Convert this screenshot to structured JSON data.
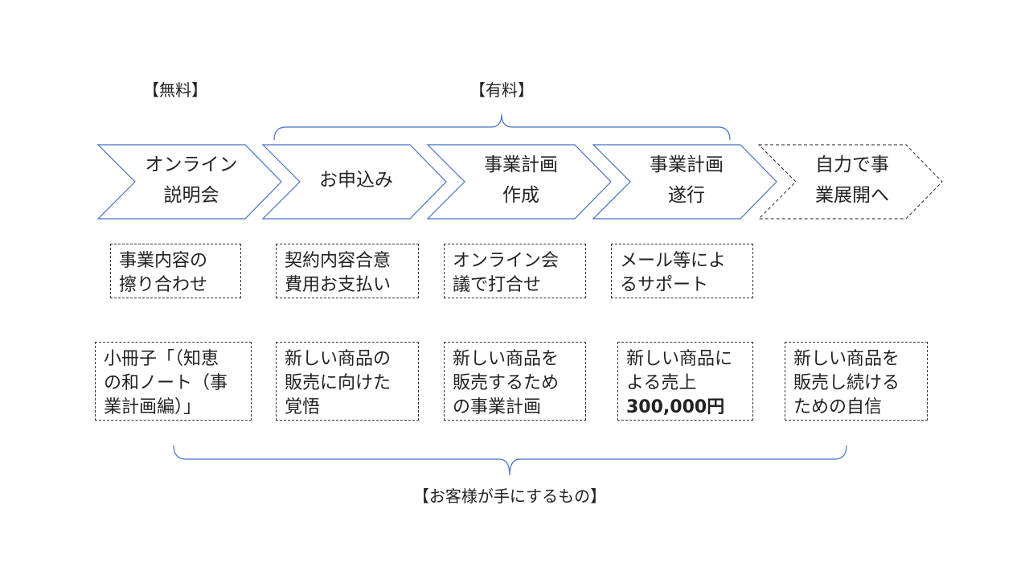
{
  "labels": {
    "free": "【無料】",
    "paid": "【有料】",
    "customer": "【お客様が手にするもの】"
  },
  "steps": [
    {
      "line1": "オンライン",
      "line2": "説明会"
    },
    {
      "line1": "お申込み",
      "line2": ""
    },
    {
      "line1": "事業計画",
      "line2": "作成"
    },
    {
      "line1": "事業計画",
      "line2": "遂行"
    },
    {
      "line1": "自力で事",
      "line2": "業展開へ"
    }
  ],
  "activities": [
    {
      "line1": "事業内容の",
      "line2": "擦り合わせ"
    },
    {
      "line1": "契約内容合意",
      "line2": "費用お支払い"
    },
    {
      "line1": "オンライン会",
      "line2": "議で打合せ"
    },
    {
      "line1": "メール等によ",
      "line2": "るサポート"
    }
  ],
  "outcomes": [
    {
      "line1": "小冊子「（知恵",
      "line2": "の和ノート（事",
      "line3": "業計画編）」"
    },
    {
      "line1": "新しい商品の",
      "line2": "販売に向けた",
      "line3": "覚悟"
    },
    {
      "line1": "新しい商品を",
      "line2": "販売するため",
      "line3": "の事業計画"
    },
    {
      "line1": "新しい商品に",
      "line2": "よる売上",
      "line3": "300,000円"
    },
    {
      "line1": "新しい商品を",
      "line2": "販売し続ける",
      "line3": "ための自信"
    }
  ],
  "colors": {
    "chevron_stroke": "#4472C4",
    "brace_stroke": "#4472C4",
    "box_border": "#333333"
  }
}
